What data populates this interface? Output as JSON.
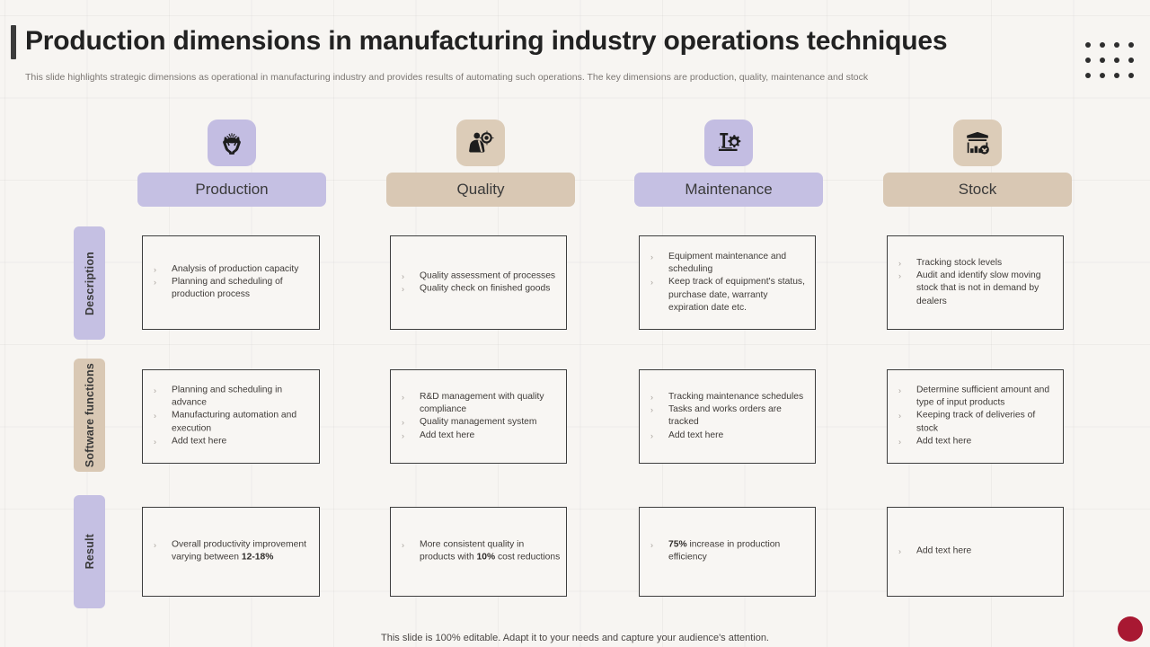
{
  "header": {
    "title": "Production dimensions in manufacturing industry operations techniques",
    "subtitle": "This slide highlights strategic dimensions as operational in manufacturing industry and provides results of automating such operations. The key dimensions are production, quality, maintenance and stock"
  },
  "theme": {
    "background": "#f7f5f2",
    "purple": "#c5c0e3",
    "tan": "#d9c8b4",
    "icon_purple": "#c3bde2",
    "icon_tan": "#dcccb8",
    "cell_border": "#3d3d3d",
    "accent_dot": "#a81832"
  },
  "columns": [
    {
      "label": "Production",
      "icon": "hands-gear-icon",
      "color": "#c5c0e3",
      "icon_bg": "#c3bde2"
    },
    {
      "label": "Quality",
      "icon": "inspector-target-icon",
      "color": "#d9c8b4",
      "icon_bg": "#dcccb8"
    },
    {
      "label": "Maintenance",
      "icon": "hammer-gear-wrench-icon",
      "color": "#c5c0e3",
      "icon_bg": "#c3bde2"
    },
    {
      "label": "Stock",
      "icon": "warehouse-remove-icon",
      "color": "#d9c8b4",
      "icon_bg": "#dcccb8"
    }
  ],
  "rows": [
    {
      "label": "Description",
      "color": "#c5c0e3",
      "cells": [
        {
          "items": [
            {
              "text": "Analysis of production capacity"
            },
            {
              "text": "Planning and scheduling of production process"
            }
          ]
        },
        {
          "items": [
            {
              "text": "Quality assessment of processes"
            },
            {
              "text": "Quality check on finished goods"
            }
          ]
        },
        {
          "items": [
            {
              "text": "Equipment maintenance and scheduling"
            },
            {
              "text": "Keep track of equipment's status, purchase date, warranty expiration date etc."
            }
          ]
        },
        {
          "items": [
            {
              "text": "Tracking stock levels"
            },
            {
              "text": "Audit and identify slow moving stock that is not in demand by dealers"
            }
          ]
        }
      ]
    },
    {
      "label": "Software functions",
      "color": "#d9c8b4",
      "cells": [
        {
          "items": [
            {
              "text": "Planning and scheduling in advance"
            },
            {
              "text": "Manufacturing automation and execution"
            },
            {
              "text": "Add text here"
            }
          ]
        },
        {
          "items": [
            {
              "text": "R&D management with quality compliance"
            },
            {
              "text": "Quality management system"
            },
            {
              "text": "Add text here"
            }
          ]
        },
        {
          "items": [
            {
              "text": "Tracking maintenance schedules"
            },
            {
              "text": "Tasks and works orders are tracked"
            },
            {
              "text": "Add text here"
            }
          ]
        },
        {
          "items": [
            {
              "text": "Determine sufficient amount and type of input products"
            },
            {
              "text": "Keeping track of deliveries of stock"
            },
            {
              "text": "Add text here"
            }
          ]
        }
      ]
    },
    {
      "label": "Result",
      "color": "#c5c0e3",
      "cells": [
        {
          "items": [
            {
              "text": "Overall productivity improvement varying between ",
              "bold": "12-18%",
              "after": ""
            }
          ]
        },
        {
          "items": [
            {
              "text": "More consistent quality in products with ",
              "bold": "10%",
              "after": " cost reductions"
            }
          ]
        },
        {
          "items": [
            {
              "text": "",
              "bold": "75%",
              "after": " increase in production efficiency"
            }
          ]
        },
        {
          "items": [
            {
              "text": "Add text here"
            }
          ]
        }
      ]
    }
  ],
  "footer": {
    "note": "This slide is 100% editable. Adapt it to your needs and capture your audience's attention."
  }
}
